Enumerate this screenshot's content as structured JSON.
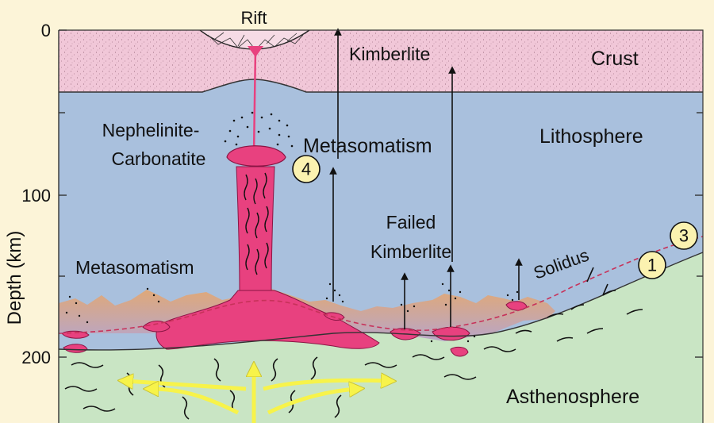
{
  "axis": {
    "label": "Depth (km)",
    "ticks": [
      "0",
      "100",
      "200"
    ]
  },
  "labels": {
    "rift": "Rift",
    "kimberlite": "Kimberlite",
    "crust": "Crust",
    "nephelinite_line1": "Nephelinite-",
    "nephelinite_line2": "Carbonatite",
    "metasomatism_center": "Metasomatism",
    "lithosphere": "Lithosphere",
    "failed_kimberlite_line1": "Failed",
    "failed_kimberlite_line2": "Kimberlite",
    "metasomatism_left": "Metasomatism",
    "solidus": "Solidus",
    "asthenosphere": "Asthenosphere"
  },
  "badges": [
    "1",
    "3",
    "4"
  ],
  "colors": {
    "background": "#fcf4d8",
    "crust": "#f1c7d8",
    "lithosphere": "#a9c0dd",
    "asthenosphere": "#c9e5c4",
    "melt": "#e8417f",
    "metasomatized": "#e2a873",
    "arrows_yellow": "#f7f34a",
    "badge_fill": "#fbf2b0"
  }
}
